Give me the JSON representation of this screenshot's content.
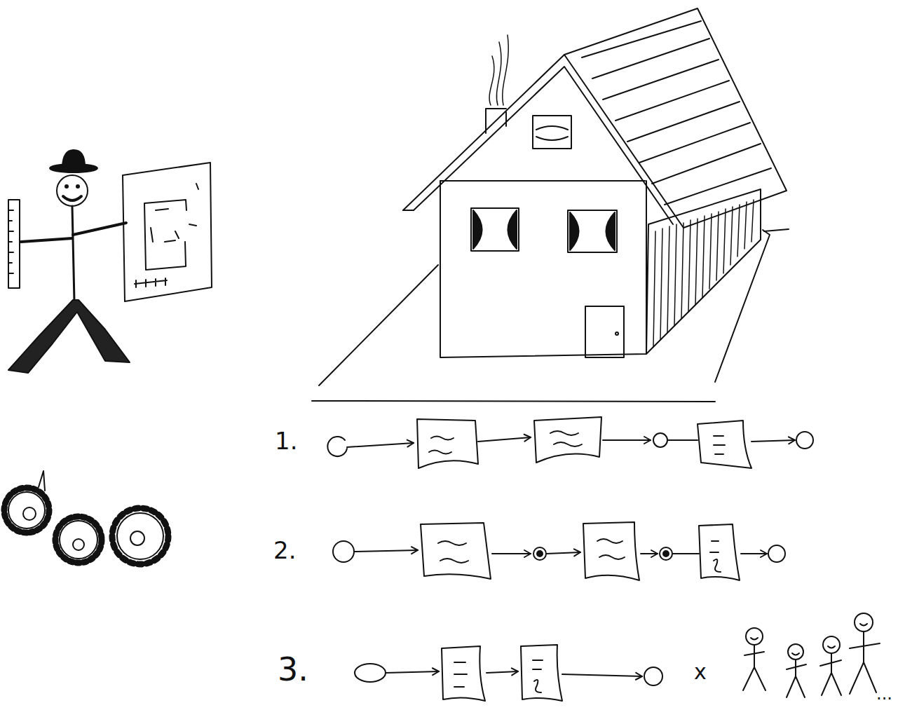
{
  "diagram": {
    "labels": [
      "1.",
      "2.",
      "3.",
      "x",
      "..."
    ]
  }
}
